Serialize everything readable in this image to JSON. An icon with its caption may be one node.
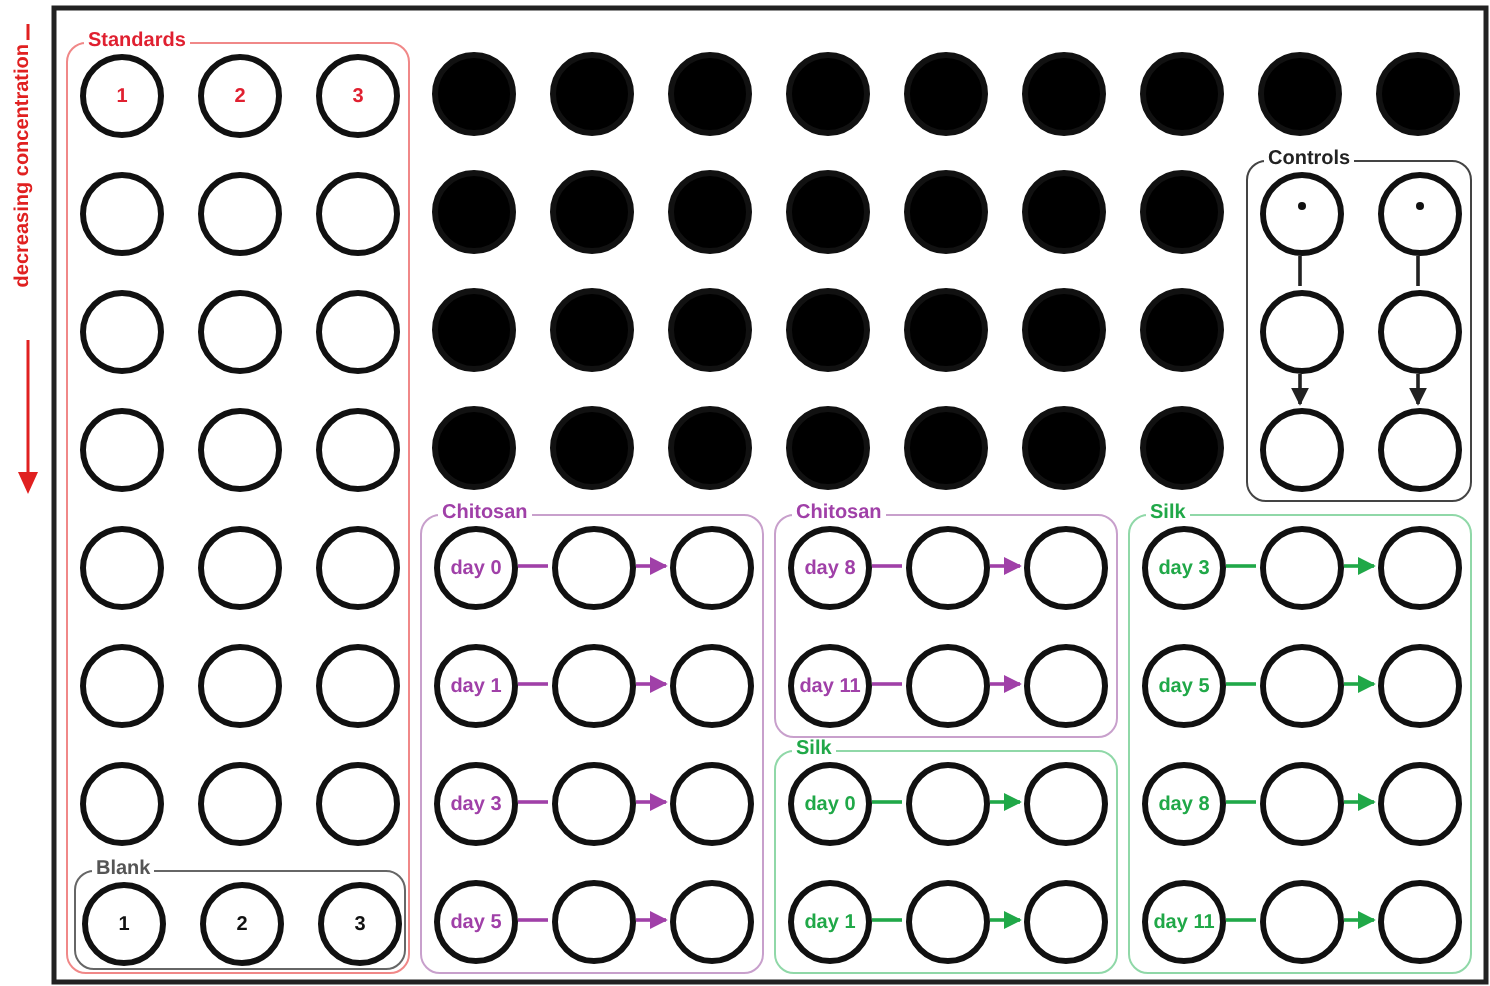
{
  "diagram": {
    "nodes": [
      {
        "text": [
          "Standards"
        ]
      },
      {
        "text": [
          "1"
        ],
        "in": 0
      },
      {
        "text": [
          "2"
        ],
        "in": 0
      },
      {
        "text": [
          "3"
        ],
        "in": 0
      },
      {
        "text": [],
        "shape": "circle",
        "in": 0
      },
      {
        "text": [],
        "shape": "circle",
        "in": 0
      },
      {
        "text": [],
        "shape": "circle",
        "in": 0
      },
      {
        "text": [],
        "shape": "circle",
        "in": 0
      },
      {
        "text": [],
        "shape": "circle",
        "in": 0
      },
      {
        "text": [],
        "shape": "circle",
        "in": 0
      },
      {
        "text": [],
        "shape": "circle",
        "in": 0
      },
      {
        "text": [],
        "shape": "circle",
        "in": 0
      },
      {
        "text": [],
        "shape": "circle",
        "in": 0
      },
      {
        "text": [],
        "shape": "circle",
        "in": 0
      },
      {
        "text": [],
        "shape": "circle",
        "in": 0
      },
      {
        "text": [],
        "shape": "circle",
        "in": 0
      },
      {
        "text": [],
        "shape": "circle",
        "in": 0
      },
      {
        "text": [],
        "shape": "circle",
        "in": 0
      },
      {
        "text": [],
        "shape": "circle",
        "in": 0
      },
      {
        "text": [],
        "shape": "circle",
        "in": 0
      },
      {
        "text": [],
        "shape": "circle",
        "in": 0
      },
      {
        "text": [],
        "shape": "circle",
        "in": 0
      },
      {
        "text": [
          "Blank"
        ],
        "in": 0
      },
      {
        "text": [
          "1"
        ],
        "in": 22
      },
      {
        "text": [
          "2"
        ],
        "in": 22
      },
      {
        "text": [
          "3"
        ],
        "in": 22
      },
      {
        "text": [],
        "shape": "circle"
      },
      {
        "text": [],
        "shape": "circle"
      },
      {
        "text": [],
        "shape": "circle"
      },
      {
        "text": [],
        "shape": "circle"
      },
      {
        "text": [],
        "shape": "circle"
      },
      {
        "text": [],
        "shape": "circle"
      },
      {
        "text": [],
        "shape": "circle"
      },
      {
        "text": [],
        "shape": "circle"
      },
      {
        "text": [],
        "shape": "circle"
      },
      {
        "text": [],
        "shape": "circle"
      },
      {
        "text": [],
        "shape": "circle"
      },
      {
        "text": [],
        "shape": "circle"
      },
      {
        "text": [],
        "shape": "circle"
      },
      {
        "text": [],
        "shape": "circle"
      },
      {
        "text": [],
        "shape": "circle"
      },
      {
        "text": [],
        "shape": "circle"
      },
      {
        "text": [],
        "shape": "circle"
      },
      {
        "text": [],
        "shape": "circle"
      },
      {
        "text": [],
        "shape": "circle"
      },
      {
        "text": [],
        "shape": "circle"
      },
      {
        "text": [],
        "shape": "circle"
      },
      {
        "text": [],
        "shape": "circle"
      },
      {
        "text": [],
        "shape": "circle"
      },
      {
        "text": [],
        "shape": "circle"
      },
      {
        "text": [],
        "shape": "circle"
      },
      {
        "text": [],
        "shape": "circle"
      },
      {
        "text": [],
        "shape": "circle"
      },
      {
        "text": [],
        "shape": "circle"
      },
      {
        "text": [],
        "shape": "circle"
      },
      {
        "text": [],
        "shape": "circle"
      },
      {
        "text": [
          "Controls"
        ]
      },
      {
        "text": [],
        "shape": "circle",
        "in": 56
      },
      {
        "text": [],
        "shape": "circle",
        "in": 56
      },
      {
        "text": [],
        "shape": "circle",
        "in": 56
      },
      {
        "text": [],
        "shape": "circle",
        "in": 56
      },
      {
        "text": [],
        "shape": "circle",
        "in": 56
      },
      {
        "text": [],
        "shape": "circle",
        "in": 56
      },
      {
        "text": [
          "Chitosan"
        ]
      },
      {
        "text": [
          "day 0"
        ],
        "in": 63
      },
      {
        "text": [],
        "shape": "circle",
        "in": 63
      },
      {
        "text": [],
        "shape": "circle",
        "in": 63
      },
      {
        "text": [
          "day 1"
        ],
        "in": 63
      },
      {
        "text": [],
        "shape": "circle",
        "in": 63
      },
      {
        "text": [],
        "shape": "circle",
        "in": 63
      },
      {
        "text": [
          "day 3"
        ],
        "in": 63
      },
      {
        "text": [],
        "shape": "circle",
        "in": 63
      },
      {
        "text": [],
        "shape": "circle",
        "in": 63
      },
      {
        "text": [
          "day 5"
        ],
        "in": 63
      },
      {
        "text": [],
        "shape": "circle",
        "in": 63
      },
      {
        "text": [],
        "shape": "circle",
        "in": 63
      },
      {
        "text": [
          "Chitosan"
        ]
      },
      {
        "text": [
          "day 8"
        ],
        "in": 76
      },
      {
        "text": [],
        "shape": "circle",
        "in": 76
      },
      {
        "text": [],
        "shape": "circle",
        "in": 76
      },
      {
        "text": [
          "day 11"
        ],
        "in": 76
      },
      {
        "text": [],
        "shape": "circle",
        "in": 76
      },
      {
        "text": [],
        "shape": "circle",
        "in": 76
      },
      {
        "text": [
          "Silk"
        ]
      },
      {
        "text": [
          "day 0"
        ],
        "in": 83
      },
      {
        "text": [],
        "shape": "circle",
        "in": 83
      },
      {
        "text": [],
        "shape": "circle",
        "in": 83
      },
      {
        "text": [
          "day 1"
        ],
        "in": 83
      },
      {
        "text": [],
        "shape": "circle",
        "in": 83
      },
      {
        "text": [],
        "shape": "circle",
        "in": 83
      },
      {
        "text": [
          "Silk"
        ]
      },
      {
        "text": [
          "day 3"
        ],
        "in": 90
      },
      {
        "text": [],
        "shape": "circle",
        "in": 90
      },
      {
        "text": [],
        "shape": "circle",
        "in": 90
      },
      {
        "text": [
          "day 5"
        ],
        "in": 90
      },
      {
        "text": [],
        "shape": "circle",
        "in": 90
      },
      {
        "text": [],
        "shape": "circle",
        "in": 90
      },
      {
        "text": [
          "day 8"
        ],
        "in": 90
      },
      {
        "text": [],
        "shape": "circle",
        "in": 90
      },
      {
        "text": [],
        "shape": "circle",
        "in": 90
      },
      {
        "text": [
          "day 11"
        ],
        "in": 90
      },
      {
        "text": [],
        "shape": "circle",
        "in": 90
      },
      {
        "text": [],
        "shape": "circle",
        "in": 90
      }
    ],
    "edges": [
      {
        "from": 57,
        "to": 59,
        "arrow": "none",
        "color": "#222222"
      },
      {
        "from": 59,
        "to": 61,
        "arrow": "to",
        "color": "#222222"
      },
      {
        "from": 58,
        "to": 60,
        "arrow": "none",
        "color": "#222222"
      },
      {
        "from": 60,
        "to": 62,
        "arrow": "to",
        "color": "#222222"
      },
      {
        "from": 64,
        "to": 65,
        "arrow": "none",
        "color": "#a040a8"
      },
      {
        "from": 65,
        "to": 66,
        "arrow": "to",
        "color": "#a040a8"
      },
      {
        "from": 67,
        "to": 68,
        "arrow": "none",
        "color": "#a040a8"
      },
      {
        "from": 68,
        "to": 69,
        "arrow": "to",
        "color": "#a040a8"
      },
      {
        "from": 70,
        "to": 71,
        "arrow": "none",
        "color": "#a040a8"
      },
      {
        "from": 71,
        "to": 72,
        "arrow": "to",
        "color": "#a040a8"
      },
      {
        "from": 73,
        "to": 74,
        "arrow": "none",
        "color": "#a040a8"
      },
      {
        "from": 74,
        "to": 75,
        "arrow": "to",
        "color": "#a040a8"
      },
      {
        "from": 77,
        "to": 78,
        "arrow": "none",
        "color": "#a040a8"
      },
      {
        "from": 78,
        "to": 79,
        "arrow": "to",
        "color": "#a040a8"
      },
      {
        "from": 80,
        "to": 81,
        "arrow": "none",
        "color": "#a040a8"
      },
      {
        "from": 81,
        "to": 82,
        "arrow": "to",
        "color": "#a040a8"
      },
      {
        "from": 84,
        "to": 85,
        "arrow": "none",
        "color": "#20a848"
      },
      {
        "from": 85,
        "to": 86,
        "arrow": "to",
        "color": "#20a848"
      },
      {
        "from": 87,
        "to": 88,
        "arrow": "none",
        "color": "#20a848"
      },
      {
        "from": 88,
        "to": 89,
        "arrow": "to",
        "color": "#20a848"
      },
      {
        "from": 91,
        "to": 92,
        "arrow": "none",
        "color": "#20a848"
      },
      {
        "from": 92,
        "to": 93,
        "arrow": "to",
        "color": "#20a848"
      },
      {
        "from": 94,
        "to": 95,
        "arrow": "none",
        "color": "#20a848"
      },
      {
        "from": 95,
        "to": 96,
        "arrow": "to",
        "color": "#20a848"
      },
      {
        "from": 97,
        "to": 98,
        "arrow": "none",
        "color": "#20a848"
      },
      {
        "from": 98,
        "to": 99,
        "arrow": "to",
        "color": "#20a848"
      },
      {
        "from": 100,
        "to": 101,
        "arrow": "none",
        "color": "#20a848"
      },
      {
        "from": 101,
        "to": 102,
        "arrow": "to",
        "color": "#20a848"
      }
    ],
    "labels": [
      "decreasing concentration"
    ]
  }
}
